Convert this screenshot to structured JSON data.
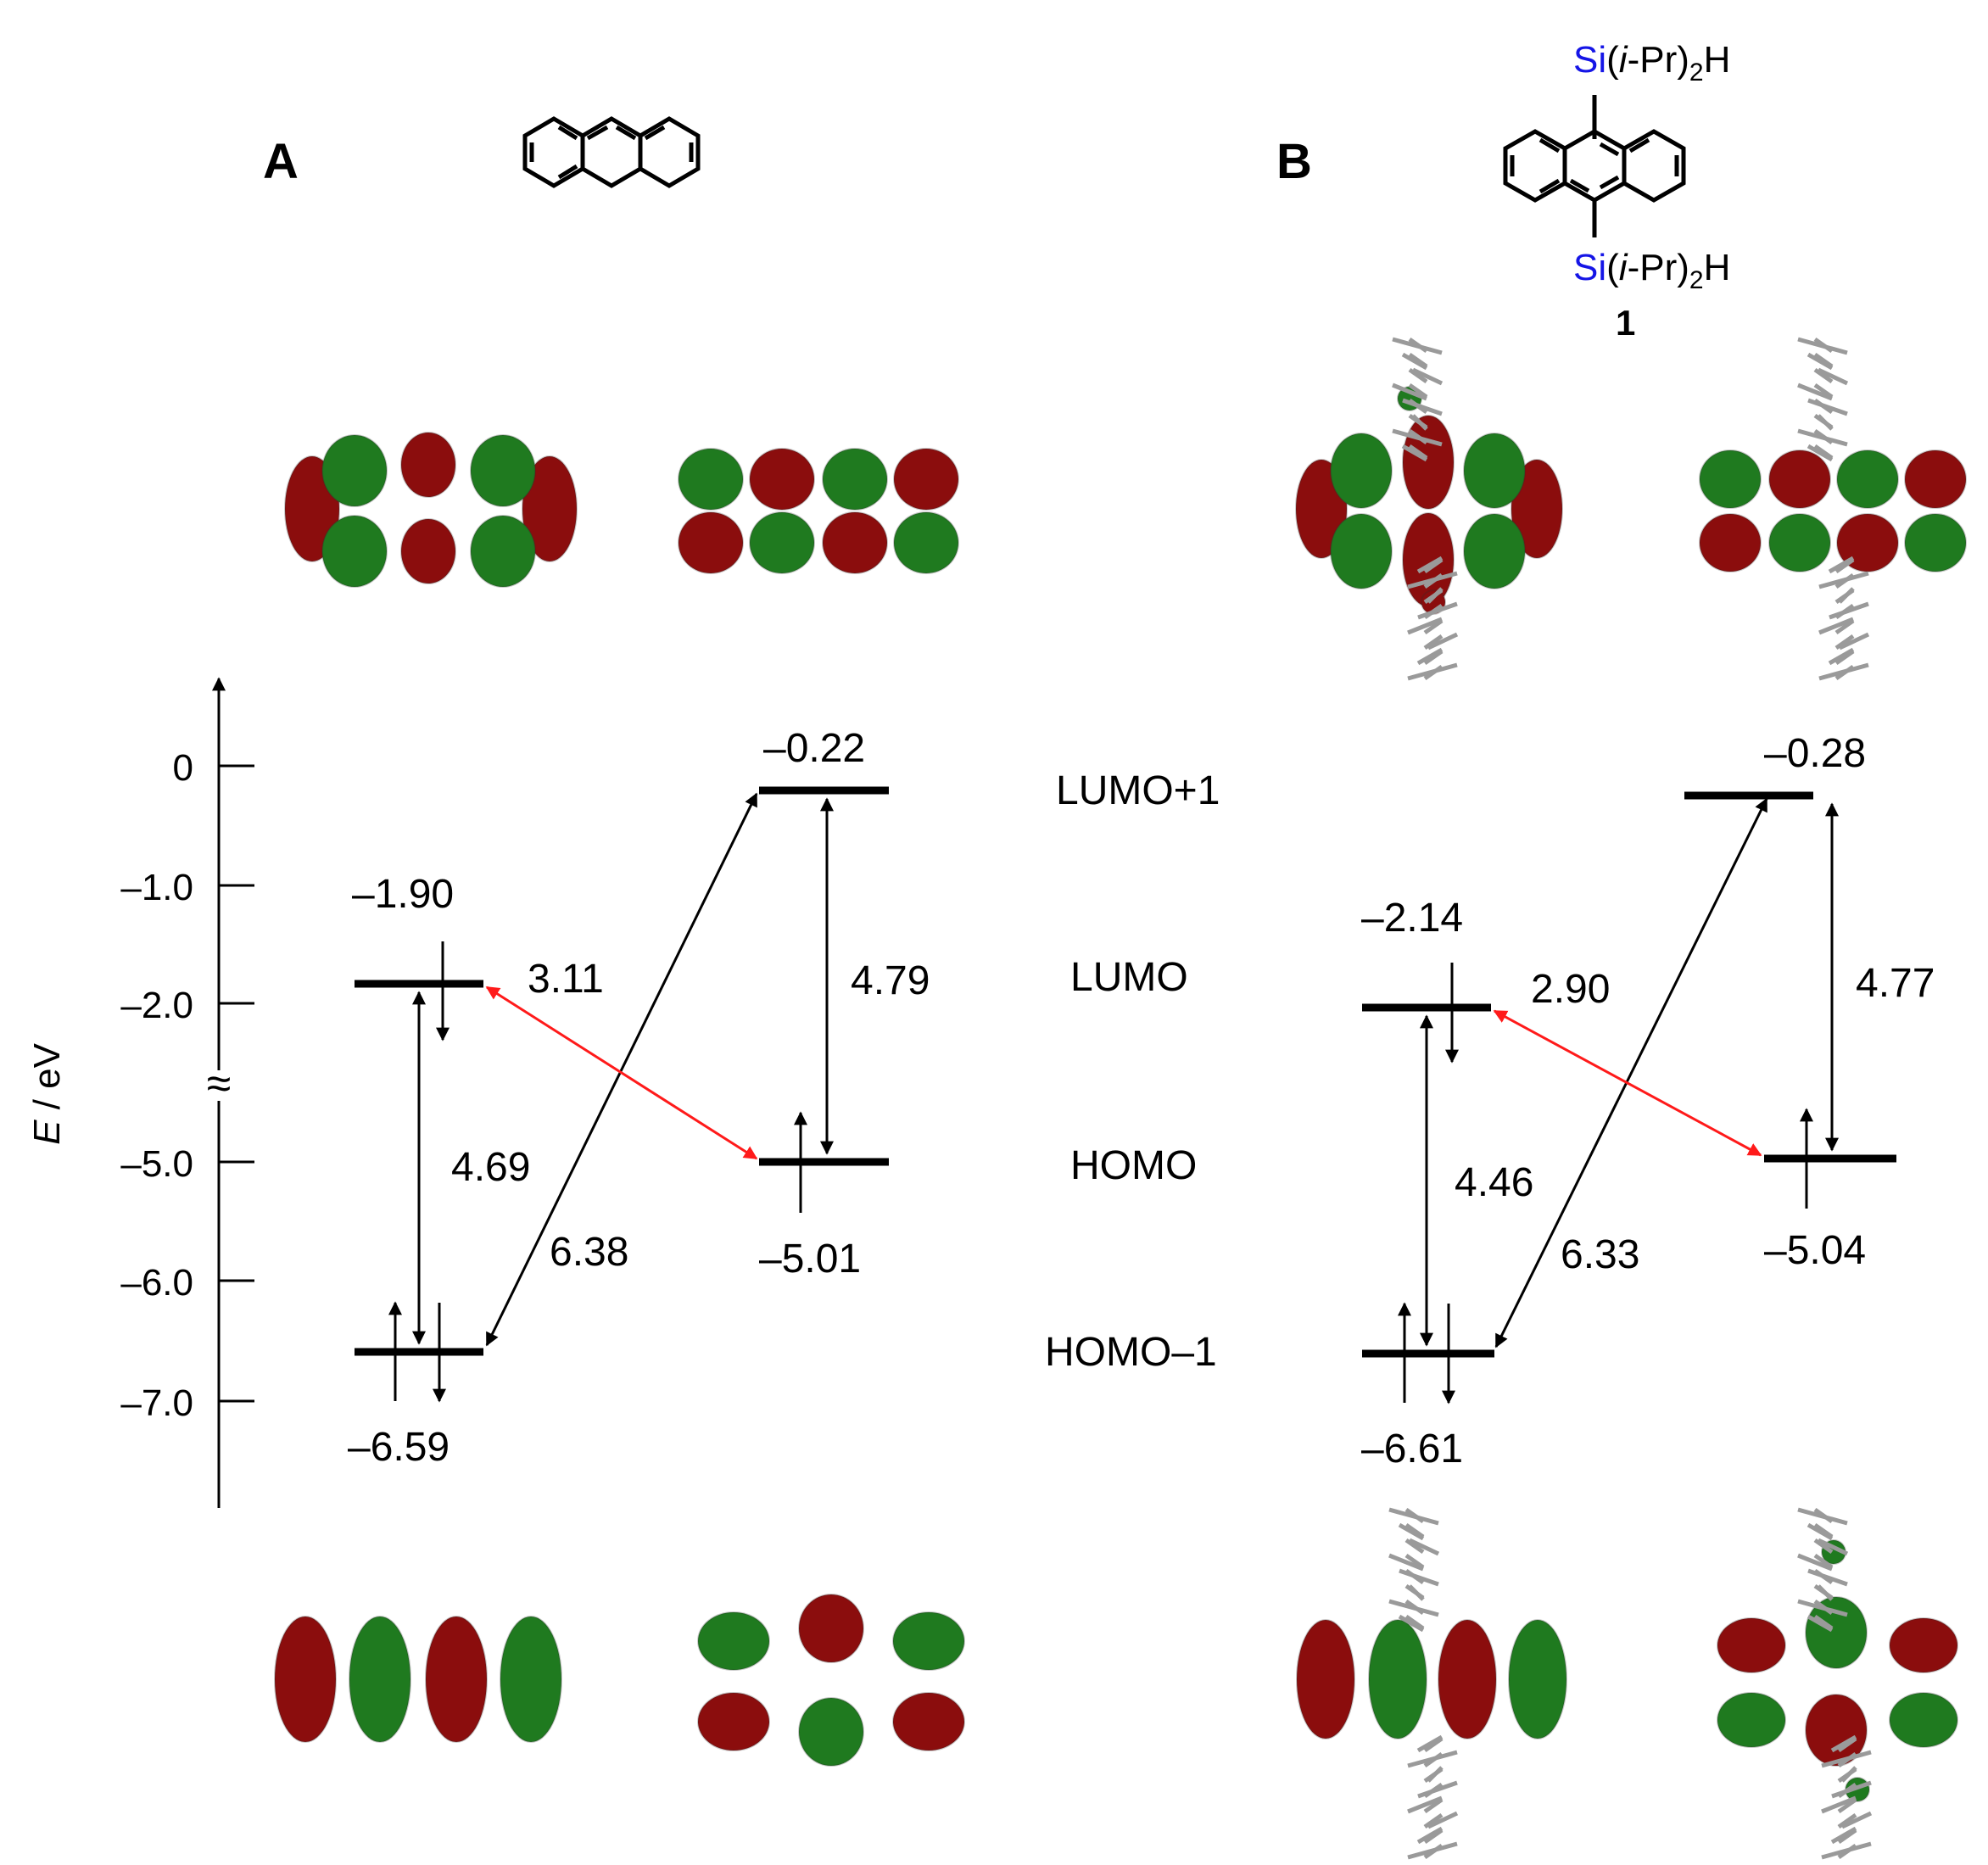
{
  "panels": [
    {
      "id": "A",
      "label": "A",
      "compound_label": "",
      "levels": {
        "lumo_plus1": {
          "value": -0.22,
          "label": "–0.22"
        },
        "lumo": {
          "value": -1.9,
          "label": "–1.90"
        },
        "homo": {
          "value": -5.01,
          "label": "–5.01"
        },
        "homo_minus1": {
          "value": -6.59,
          "label": "–6.59"
        }
      },
      "gaps": {
        "homo_lumo": "3.11",
        "homo_lumo_plus1": "4.79",
        "homo_minus1_lumo": "4.69",
        "homo_minus1_lumo_plus1": "6.38"
      }
    },
    {
      "id": "B",
      "label": "B",
      "compound_label": "1",
      "substituent_si": "Si",
      "substituent_rest_1": "(",
      "substituent_italic": "i",
      "substituent_rest_2": "-Pr)",
      "substituent_sub": "2",
      "substituent_end": "H",
      "levels": {
        "lumo_plus1": {
          "value": -0.28,
          "label": "–0.28"
        },
        "lumo": {
          "value": -2.14,
          "label": "–2.14"
        },
        "homo": {
          "value": -5.04,
          "label": "–5.04"
        },
        "homo_minus1": {
          "value": -6.61,
          "label": "–6.61"
        }
      },
      "gaps": {
        "homo_lumo": "2.90",
        "homo_lumo_plus1": "4.77",
        "homo_minus1_lumo": "4.46",
        "homo_minus1_lumo_plus1": "6.33"
      }
    }
  ],
  "orbital_names": {
    "lumo_plus1": "LUMO+1",
    "lumo": "LUMO",
    "homo": "HOMO",
    "homo_minus1": "HOMO–1"
  },
  "axis": {
    "label_italic": "E",
    "label_rest": " / eV",
    "ticks": [
      {
        "value": 0,
        "label": "0"
      },
      {
        "value": -1.0,
        "label": "–1.0"
      },
      {
        "value": -2.0,
        "label": "–2.0"
      },
      {
        "value": -5.0,
        "label": "–5.0"
      },
      {
        "value": -6.0,
        "label": "–6.0"
      },
      {
        "value": -7.0,
        "label": "–7.0"
      }
    ],
    "break_symbol": "≈"
  },
  "colors": {
    "lobe_red": "#8b0d0d",
    "lobe_green": "#1f7a1f",
    "highlight_red": "#ff1a1a",
    "silicon_blue": "#1515e6",
    "ink": "#000000"
  }
}
